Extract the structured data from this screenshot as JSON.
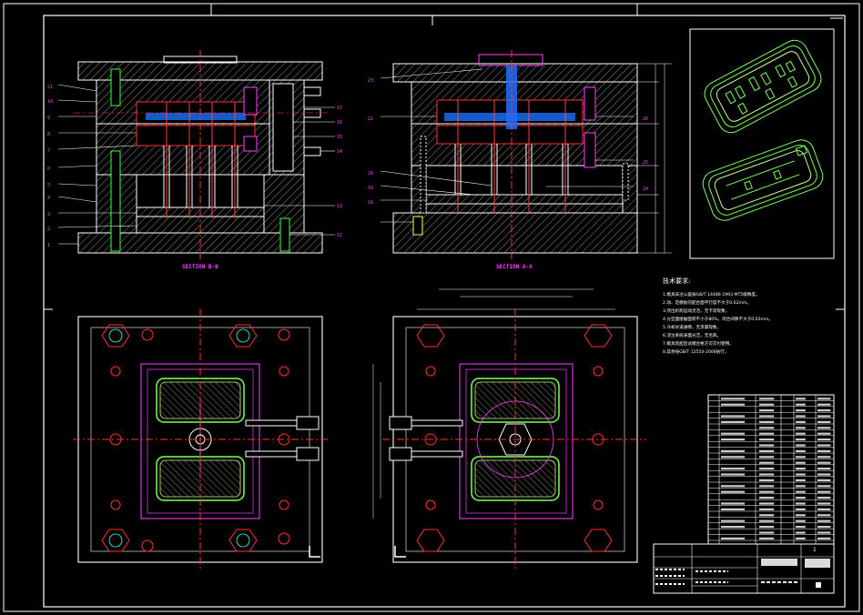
{
  "drawing": {
    "section_left_title": "SECTION B-B",
    "section_right_title": "SECTION A-A",
    "tech_heading": "技术要求:",
    "tech_lines": [
      "1.模具未注公差按GB/T 14486-1993 MT5级精度。",
      "2.动、定模板的配合面平行度不大于0.02mm。",
      "3.顶出机构运动灵活，无卡滞现象。",
      "4.分型面接触面积不小于80%，闭合间隙不大于0.02mm。",
      "5.冷却水道通畅，无渗漏现象。",
      "6.浇注系统表面光洁，无毛刺。",
      "7.模具装配后试模合格方可交付使用。",
      "8.其余按GB/T 12554-2006执行。"
    ],
    "left_part_numbers": [
      "21",
      "10",
      "9",
      "8",
      "7",
      "6",
      "5",
      "4",
      "3",
      "2",
      "1"
    ],
    "left_right_numbers": [
      "17",
      "16",
      "15",
      "14",
      "13",
      "12"
    ],
    "right_left_numbers": [
      "23",
      "22",
      "20",
      "19",
      "18"
    ],
    "right_right_numbers": [
      "26",
      "25",
      "24"
    ],
    "sheet_number": "1"
  }
}
